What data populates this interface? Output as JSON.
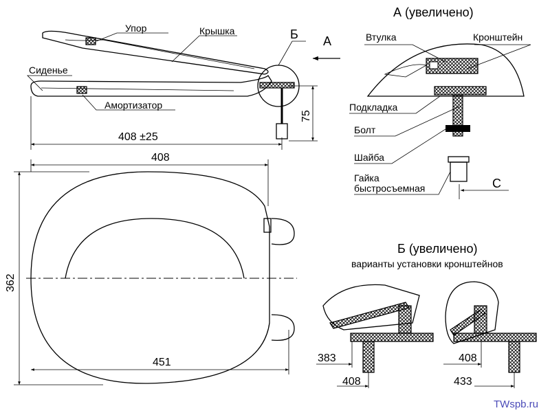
{
  "side_view": {
    "labels": {
      "stop": "Упор",
      "lid": "Крышка",
      "seat": "Сиденье",
      "damper": "Амортизатор",
      "detail_b": "Б",
      "detail_a": "А"
    },
    "dims": {
      "length": "408 ±25",
      "height": "75"
    }
  },
  "top_view": {
    "dims": {
      "width_top": "408",
      "depth": "362",
      "width_bottom": "451"
    }
  },
  "detail_a": {
    "title": "А (увеличено)",
    "labels": {
      "bushing": "Втулка",
      "bracket": "Кронштейн",
      "pad": "Подкладка",
      "bolt": "Болт",
      "washer": "Шайба",
      "nut_1": "Гайка",
      "nut_2": "быстросъемная",
      "c": "С"
    }
  },
  "detail_b": {
    "title": "Б (увеличено)",
    "subtitle": "варианты установки кронштейнов",
    "dims": {
      "v1_a": "383",
      "v1_b": "408",
      "v2_a": "408",
      "v2_b": "433"
    }
  },
  "watermark": "TWspb.ru",
  "colors": {
    "line": "#000000",
    "watermark": "#4a4ab8"
  }
}
